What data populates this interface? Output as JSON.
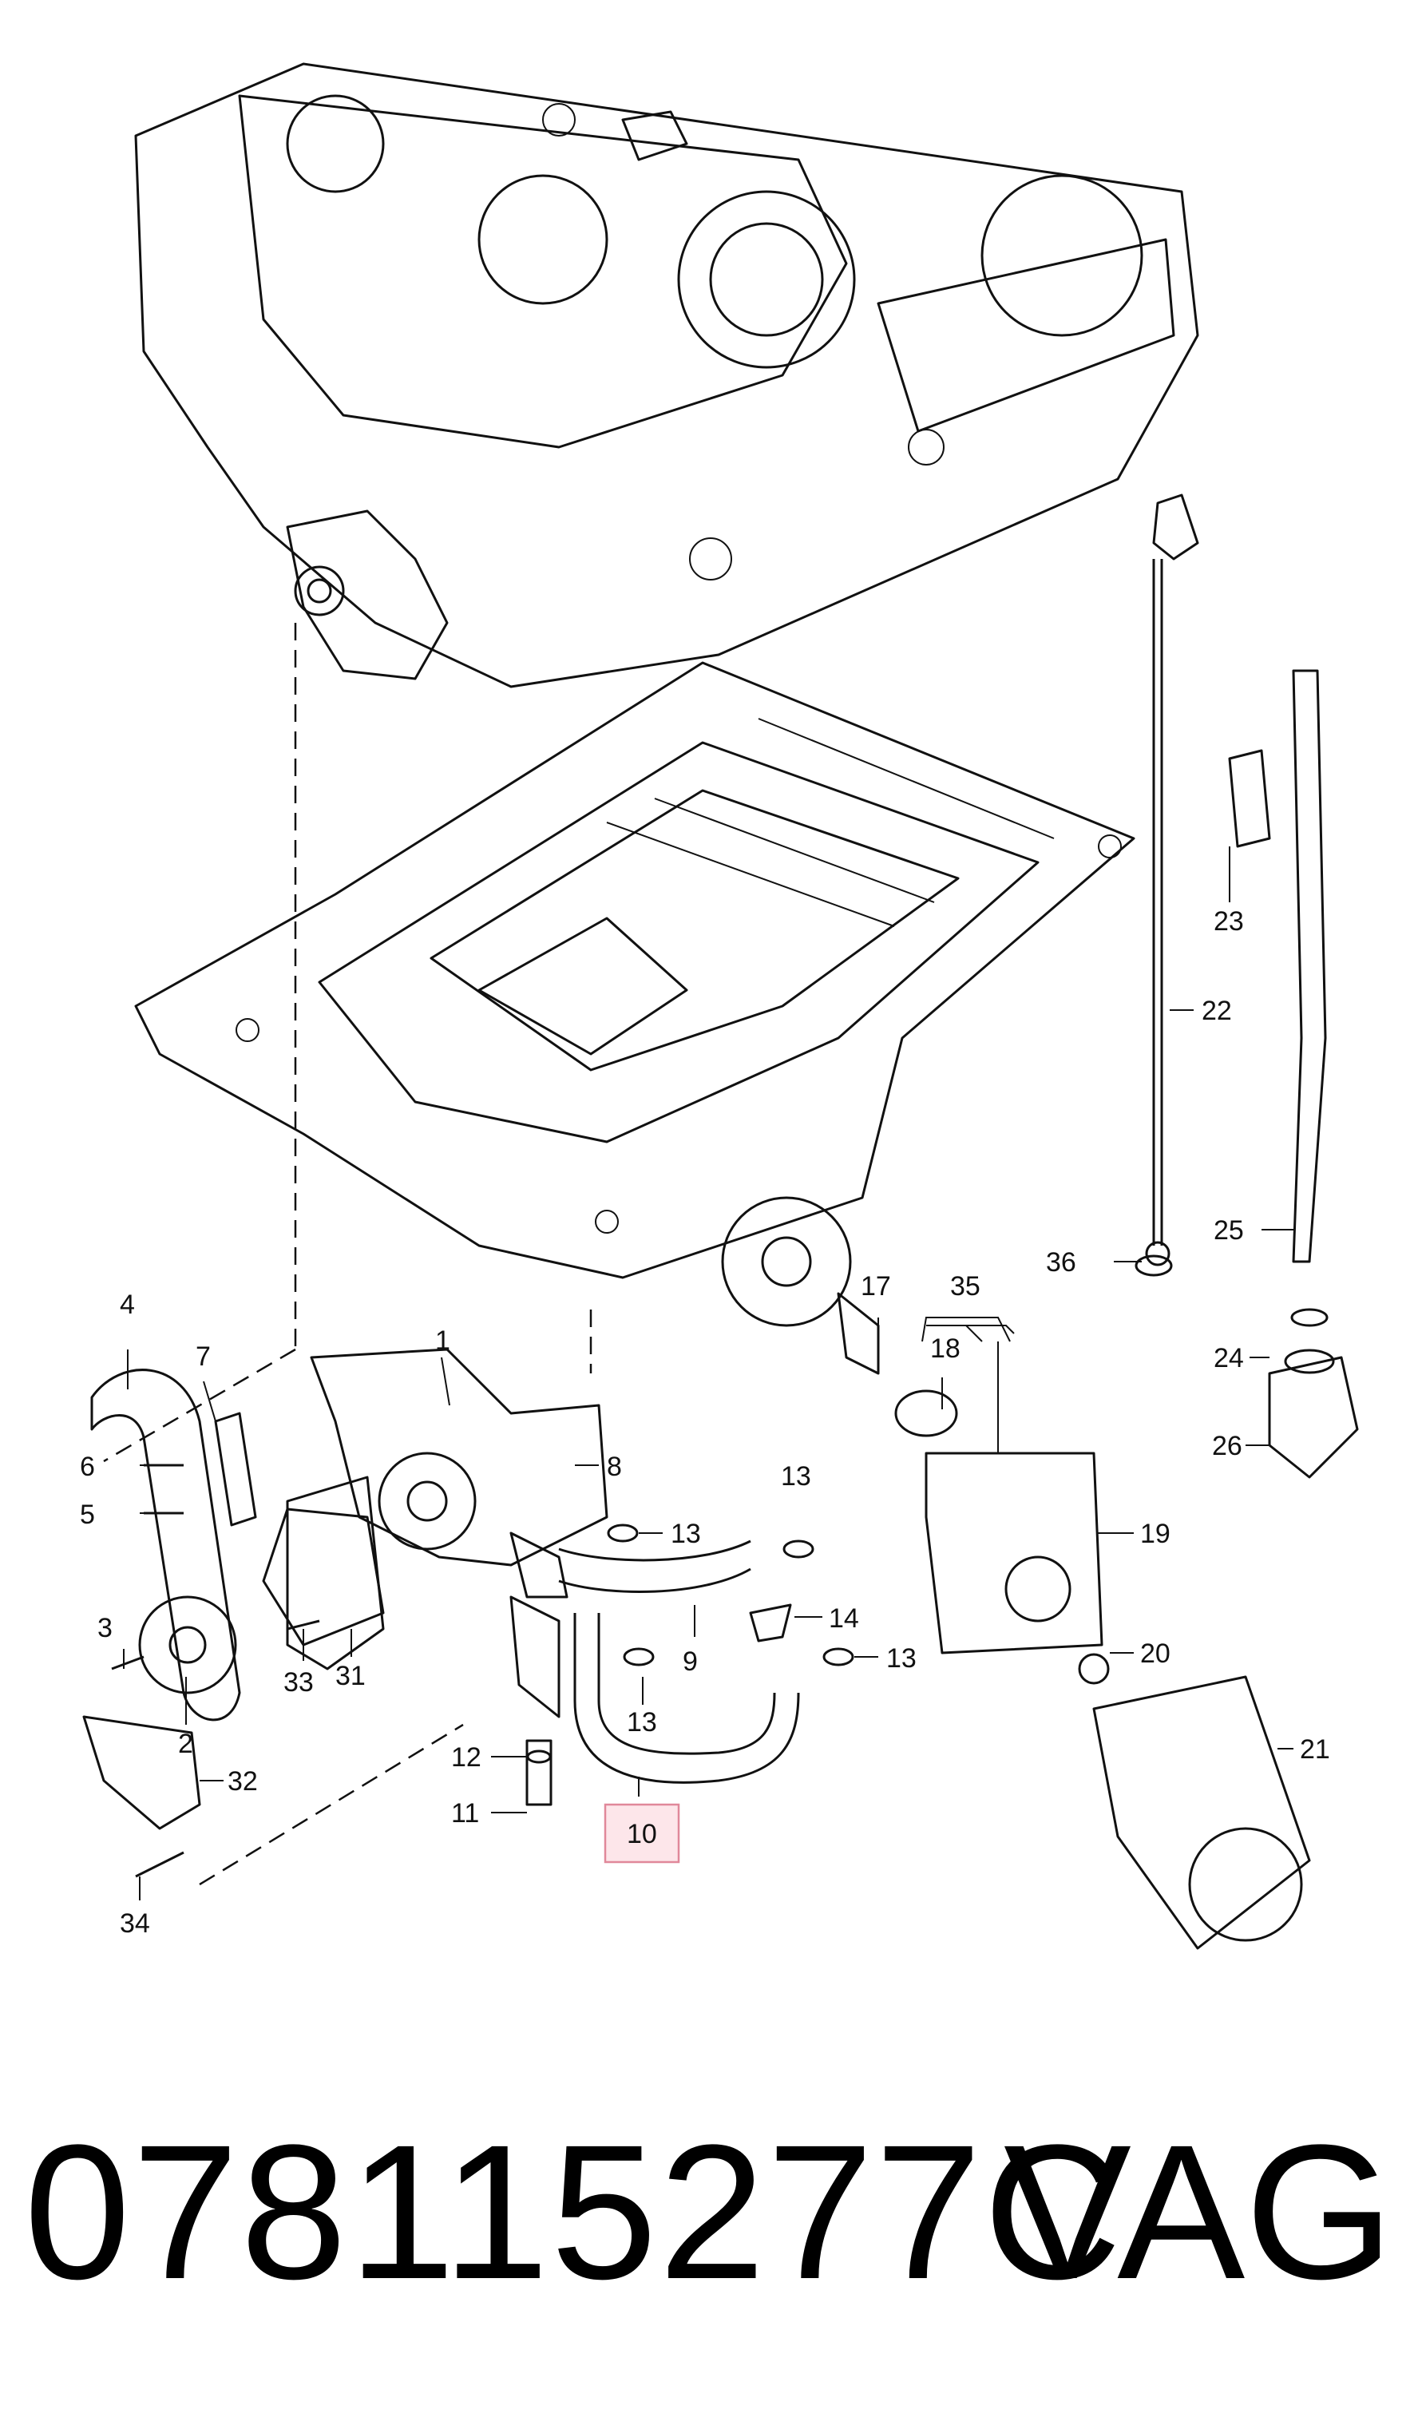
{
  "diagram": {
    "callouts": [
      "1",
      "2",
      "3",
      "4",
      "5",
      "6",
      "7",
      "8",
      "9",
      "10",
      "11",
      "12",
      "13",
      "13",
      "13",
      "13",
      "14",
      "17",
      "18",
      "19",
      "20",
      "21",
      "22",
      "23",
      "24",
      "25",
      "26",
      "31",
      "32",
      "33",
      "34",
      "35",
      "36"
    ],
    "highlighted_callout": "10",
    "highlight_color": "#fde6ea"
  },
  "caption": {
    "part_number": "078115277C",
    "brand": "VAG"
  }
}
